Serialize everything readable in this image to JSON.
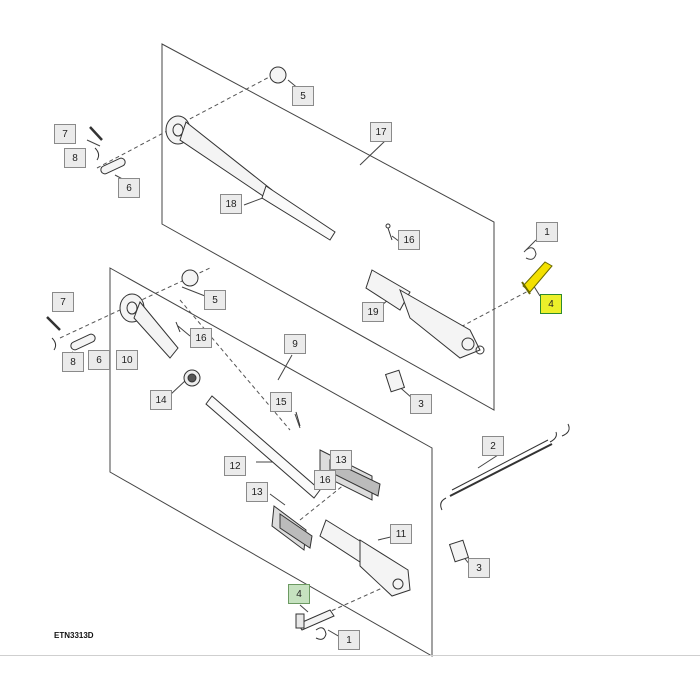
{
  "diagram": {
    "drawing_id": "ETN3313D",
    "callouts": [
      {
        "id": "c5a",
        "label": "5",
        "highlight": ""
      },
      {
        "id": "c7a",
        "label": "7",
        "highlight": ""
      },
      {
        "id": "c8a",
        "label": "8",
        "highlight": ""
      },
      {
        "id": "c6a",
        "label": "6",
        "highlight": ""
      },
      {
        "id": "c17",
        "label": "17",
        "highlight": ""
      },
      {
        "id": "c18",
        "label": "18",
        "highlight": ""
      },
      {
        "id": "c16a",
        "label": "16",
        "highlight": ""
      },
      {
        "id": "c1a",
        "label": "1",
        "highlight": ""
      },
      {
        "id": "c4a",
        "label": "4",
        "highlight": "yellow"
      },
      {
        "id": "c19",
        "label": "19",
        "highlight": ""
      },
      {
        "id": "c3a",
        "label": "3",
        "highlight": ""
      },
      {
        "id": "c7b",
        "label": "7",
        "highlight": ""
      },
      {
        "id": "c5b",
        "label": "5",
        "highlight": ""
      },
      {
        "id": "c16b",
        "label": "16",
        "highlight": ""
      },
      {
        "id": "c8b",
        "label": "8",
        "highlight": ""
      },
      {
        "id": "c6b",
        "label": "6",
        "highlight": ""
      },
      {
        "id": "c10",
        "label": "10",
        "highlight": ""
      },
      {
        "id": "c9",
        "label": "9",
        "highlight": ""
      },
      {
        "id": "c14",
        "label": "14",
        "highlight": ""
      },
      {
        "id": "c15",
        "label": "15",
        "highlight": ""
      },
      {
        "id": "c2",
        "label": "2",
        "highlight": ""
      },
      {
        "id": "c13a",
        "label": "13",
        "highlight": ""
      },
      {
        "id": "c12",
        "label": "12",
        "highlight": ""
      },
      {
        "id": "c16c",
        "label": "16",
        "highlight": ""
      },
      {
        "id": "c13b",
        "label": "13",
        "highlight": ""
      },
      {
        "id": "c11",
        "label": "11",
        "highlight": ""
      },
      {
        "id": "c3b",
        "label": "3",
        "highlight": ""
      },
      {
        "id": "c4b",
        "label": "4",
        "highlight": "green"
      },
      {
        "id": "c1b",
        "label": "1",
        "highlight": ""
      }
    ]
  }
}
